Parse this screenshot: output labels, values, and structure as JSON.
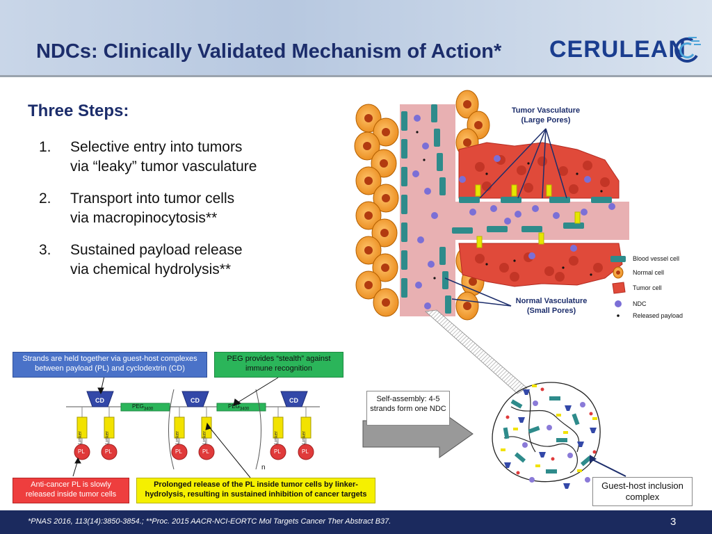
{
  "title": "NDCs: Clinically Validated Mechanism of Action*",
  "logo": "CERULEAN",
  "steps_heading": "Three Steps:",
  "steps": [
    {
      "num": "1.",
      "line1": "Selective entry into tumors",
      "line2": "via “leaky” tumor vasculature"
    },
    {
      "num": "2.",
      "line1": "Transport into tumor cells",
      "line2": "via macropinocytosis**"
    },
    {
      "num": "3.",
      "line1": "Sustained payload release",
      "line2": "via chemical hydrolysis**"
    }
  ],
  "vasculature": {
    "tumor_label_1": "Tumor Vasculature",
    "tumor_label_2": "(Large Pores)",
    "normal_label_1": "Normal Vasculature",
    "normal_label_2": "(Small Pores)"
  },
  "legend": [
    {
      "label": "Blood vessel cell",
      "color": "#2e8b8b"
    },
    {
      "label": "Normal cell",
      "color": "#f0a030"
    },
    {
      "label": "Tumor cell",
      "color": "#e04a3a"
    },
    {
      "label": "NDC",
      "color": "#7b6fd6"
    },
    {
      "label": "Released payload",
      "color": "#111111"
    }
  ],
  "callouts": {
    "strands": "Strands are held together via guest-host complexes between payload (PL) and cyclodextrin (CD)",
    "peg": "PEG provides “stealth” against immune recognition",
    "anticancer": "Anti-cancer PL is slowly released inside tumor cells",
    "prolonged": "Prolonged release of the PL inside tumor cells by linker-hydrolysis, resulting in sustained inhibition of cancer targets",
    "self_assembly": "Self-assembly: 4-5 strands form one NDC",
    "guest_host": "Guest-host inclusion complex"
  },
  "polymer": {
    "cd": "CD",
    "peg": "PEG",
    "peg_sub": "3400",
    "linker": "Linker",
    "pl": "PL",
    "n": "n"
  },
  "footer_note": "*PNAS 2016, 113(14):3850-3854.; **Proc. 2015 AACR-NCI-EORTC Mol Targets Cancer Ther Abstract B37.",
  "page_number": "3",
  "colors": {
    "title": "#1c2d6b",
    "vessel": "#2e8b8b",
    "normal_cell": "#f0a030",
    "tumor_cell": "#e04a3a",
    "ndc": "#7b6fd6",
    "cd": "#3348a8",
    "linker": "#f2e200",
    "pl": "#e03a3a",
    "callout_blue": "#4a72c8",
    "callout_green": "#2bb55a",
    "callout_red": "#ee3e3e",
    "callout_yellow": "#f5f000"
  }
}
